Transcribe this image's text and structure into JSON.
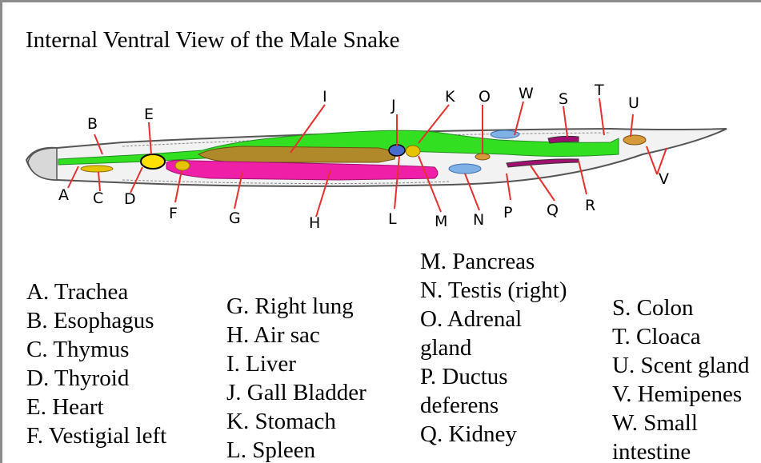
{
  "title": "Internal Ventral View of the Male Snake",
  "diagram_labels": [
    "A",
    "B",
    "C",
    "D",
    "E",
    "F",
    "G",
    "H",
    "I",
    "J",
    "K",
    "L",
    "M",
    "N",
    "O",
    "P",
    "Q",
    "R",
    "S",
    "T",
    "U",
    "V",
    "W"
  ],
  "legend": {
    "col1": [
      "A. Trachea",
      "B. Esophagus",
      "C. Thymus",
      "D. Thyroid",
      "E. Heart",
      "F. Vestigial left"
    ],
    "col2": [
      "G. Right lung",
      "H. Air sac",
      "I. Liver",
      "J. Gall Bladder",
      "K. Stomach",
      "L. Spleen"
    ],
    "col3": [
      "M. Pancreas",
      "N. Testis (right)",
      "O. Adrenal gland",
      "P. Ductus deferens",
      "Q. Kidney"
    ],
    "col4": [
      "S. Colon",
      "T. Cloaca",
      "U. Scent gland",
      "V. Hemipenes",
      "W. Small intestine"
    ]
  },
  "colors": {
    "esophagus": "#33e021",
    "lung": "#f01fa8",
    "liver": "#b08a2a",
    "heart": "#ffe000",
    "testis": "#7fb0e6",
    "pointer": "#e53030",
    "body_outline": "#555555"
  }
}
